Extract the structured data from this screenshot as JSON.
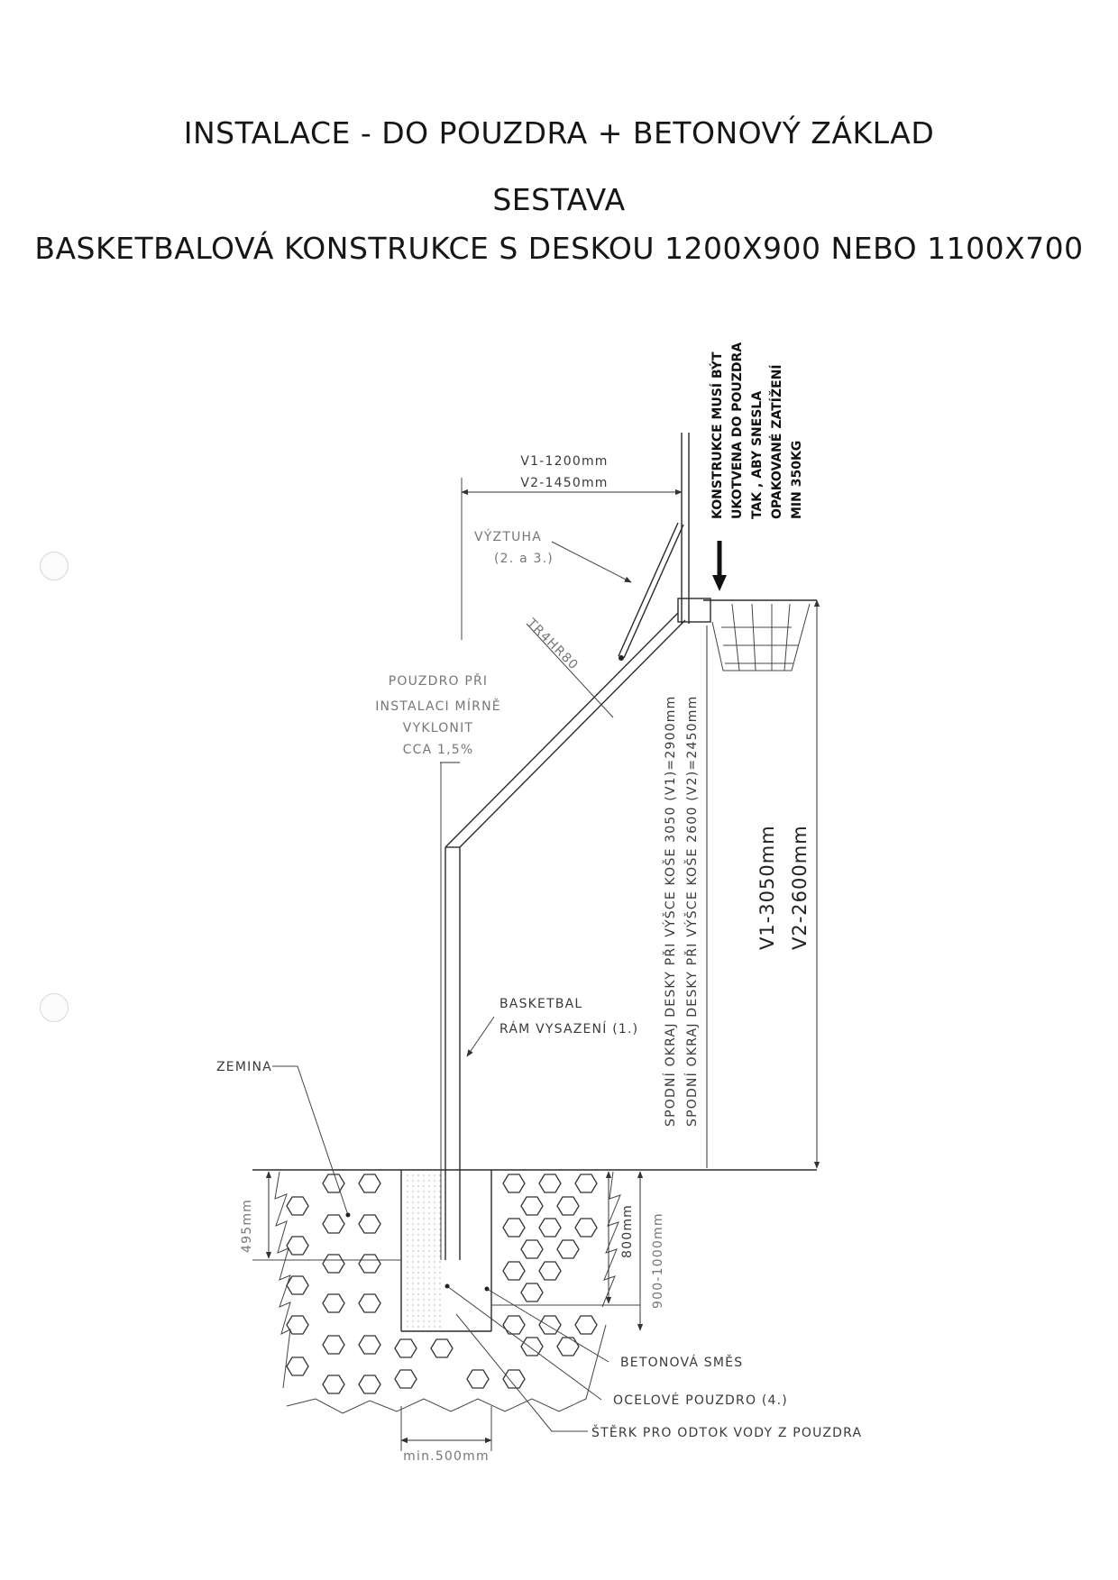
{
  "header": {
    "line1": "INSTALACE  - DO POUZDRA + BETONOVÝ ZÁKLAD",
    "line2": "SESTAVA",
    "line3": "BASKETBALOVÁ KONSTRUKCE S DESKOU 1200X900 NEBO 1100X700"
  },
  "note": {
    "lines": [
      "KONSTRUKCE MUSÍ BÝT",
      "UKOTVENA DO POUZDRA",
      "TAK , ABY SNESLA",
      "OPAKOVANÉ ZATÍŽENÍ",
      "MIN 350KG"
    ]
  },
  "dims": {
    "reach_v1": "V1-1200mm",
    "reach_v2": "V2-1450mm",
    "height_v1": "V1-3050mm",
    "height_v2": "V2-2600mm",
    "board_v1": "SPODNÍ OKRAJ DESKY PŘI VÝŠCE KOŠE 3050 (V1)=2900mm",
    "board_v2": "SPODNÍ OKRAJ DESKY PŘI VÝŠCE KOŠE 2600 (V2)=2450mm",
    "depth_495": "495mm",
    "depth_800": "800mm",
    "depth_range": "900-1000mm",
    "min_width": "min.500mm"
  },
  "labels": {
    "brace_1": "VÝZTUHA",
    "brace_2": "(2. a 3.)",
    "tube": "TR4HR80",
    "tilt": [
      "POUZDRO PŘI",
      "INSTALACI MÍRNĚ",
      "VYKLONIT",
      "CCA 1,5%"
    ],
    "frame_1": "BASKETBAL",
    "frame_2": "RÁM VYSAZENÍ (1.)",
    "soil": "ZEMINA",
    "concrete": "BETONOVÁ SMĚS",
    "sleeve": "OCELOVÉ POUZDRO (4.)",
    "gravel": "ŠTĚRK PRO ODTOK VODY Z POUZDRA"
  }
}
